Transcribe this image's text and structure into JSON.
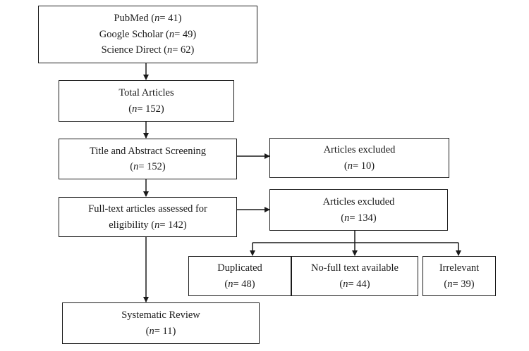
{
  "n_symbol": "n",
  "sources": {
    "line1_prefix": "PubMed (",
    "line1_suffix": "= 41)",
    "line2_prefix": "Google Scholar (",
    "line2_suffix": "= 49)",
    "line3_prefix": "Science Direct (",
    "line3_suffix": "= 62)"
  },
  "total": {
    "title": "Total Articles",
    "count_prefix": "(",
    "count_suffix": "= 152)"
  },
  "screening": {
    "title": "Title and Abstract Screening",
    "count_prefix": "(",
    "count_suffix": "= 152)"
  },
  "excluded_1": {
    "title": "Articles excluded",
    "count_prefix": "(",
    "count_suffix": "= 10)"
  },
  "fulltext": {
    "line1": "Full-text articles assessed for",
    "line2_prefix": "eligibility (",
    "line2_suffix": "= 142)"
  },
  "excluded_2": {
    "title": "Articles excluded",
    "count_prefix": "(",
    "count_suffix": "= 134)"
  },
  "duplicated": {
    "title": "Duplicated",
    "count_prefix": "(",
    "count_suffix": "= 48)"
  },
  "no_fulltext": {
    "title": "No-full text available",
    "count_prefix": "(",
    "count_suffix": "= 44)"
  },
  "irrelevant": {
    "title": "Irrelevant",
    "count_prefix": "(",
    "count_suffix": "= 39)"
  },
  "review": {
    "title": "Systematic Review",
    "count_prefix": "(",
    "count_suffix": "= 11)"
  }
}
